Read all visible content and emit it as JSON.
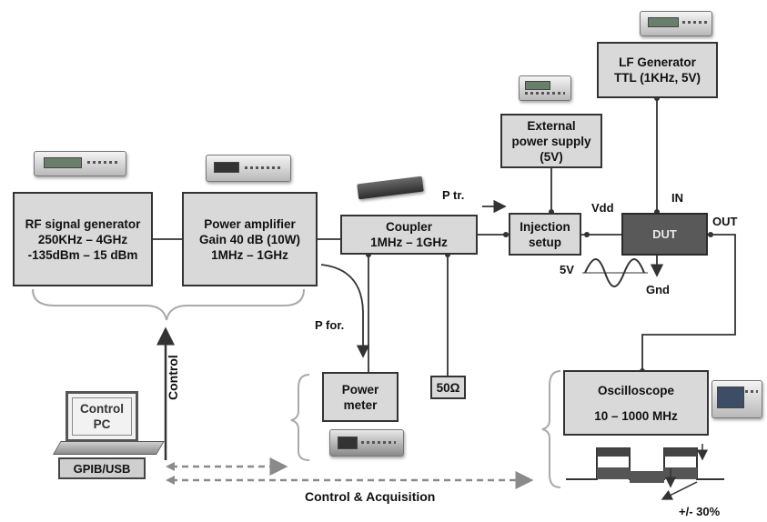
{
  "blocks": {
    "rf_gen": [
      "RF signal generator",
      "250KHz – 4GHz",
      "-135dBm – 15 dBm"
    ],
    "power_amp": [
      "Power amplifier",
      "Gain 40 dB (10W)",
      "1MHz – 1GHz"
    ],
    "coupler": [
      "Coupler",
      "1MHz – 1GHz"
    ],
    "injection": [
      "Injection",
      "setup"
    ],
    "dut": "DUT",
    "ext_supply": [
      "External",
      "power supply",
      "(5V)"
    ],
    "lf_gen": [
      "LF Generator",
      "TTL (1KHz, 5V)"
    ],
    "power_meter": [
      "Power",
      "meter"
    ],
    "load": "50Ω",
    "oscilloscope": [
      "Oscilloscope",
      "10 – 1000 MHz"
    ],
    "pc": [
      "Control",
      "PC"
    ],
    "gpib": "GPIB/USB"
  },
  "labels": {
    "p_tr": "P tr.",
    "p_for": "P for.",
    "vdd": "Vdd",
    "in": "IN",
    "out": "OUT",
    "gnd": "Gnd",
    "five_v": "5V",
    "control": "Control",
    "control_acq": "Control & Acquisition",
    "tolerance": "+/- 30%"
  }
}
